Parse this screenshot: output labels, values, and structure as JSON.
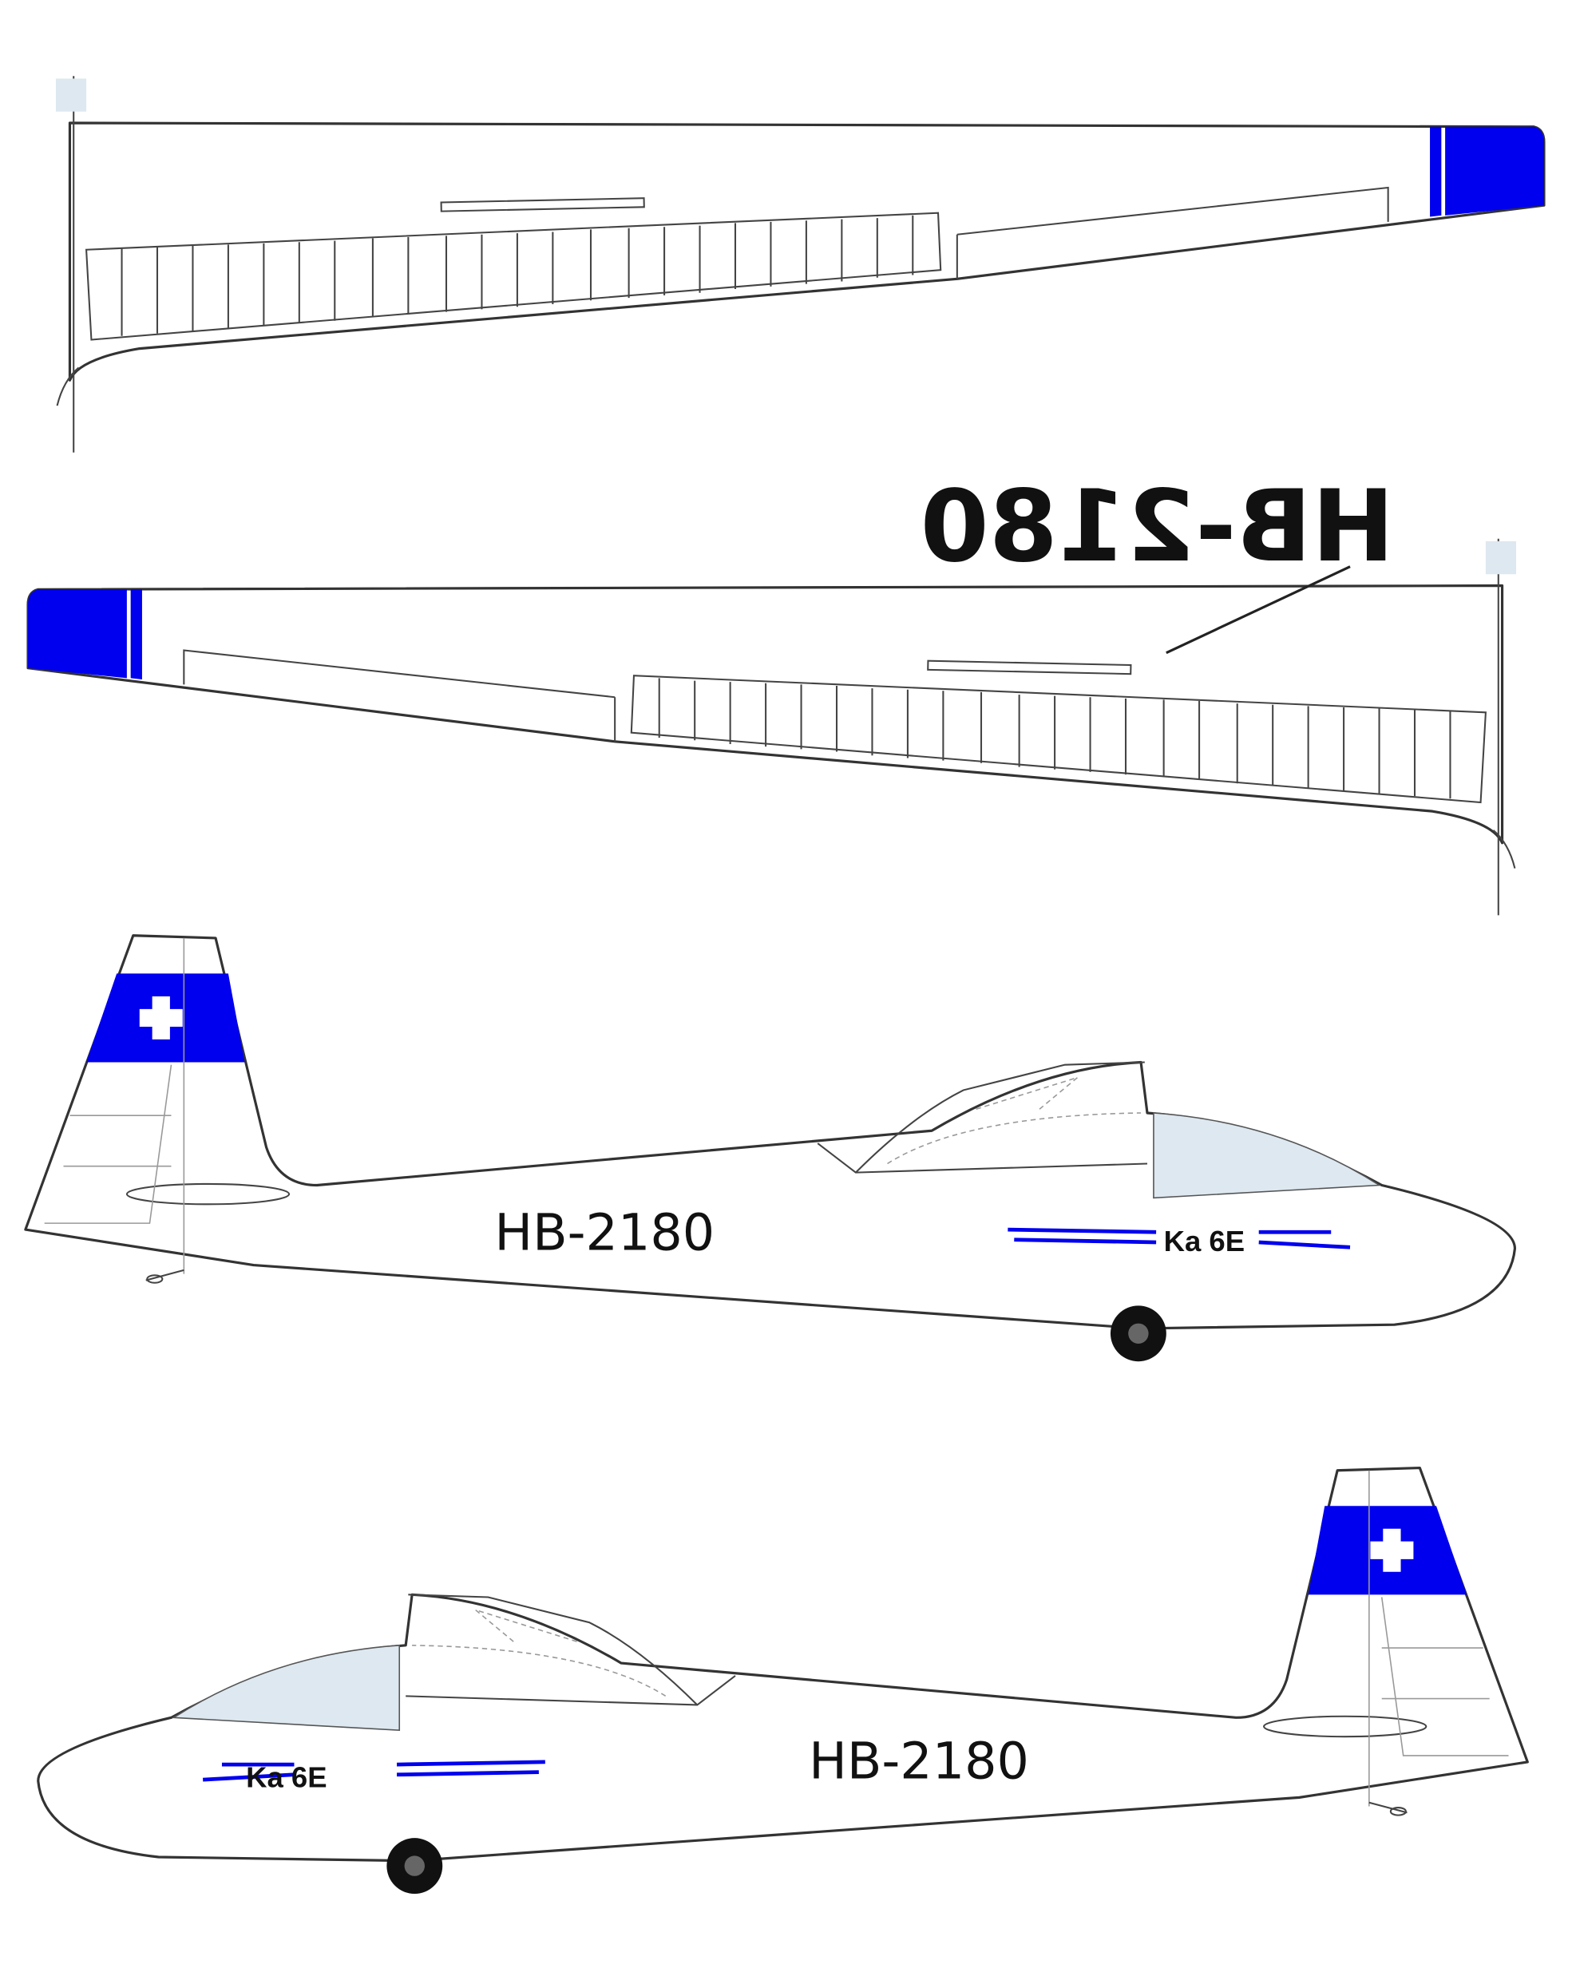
{
  "registration": "HB-2180",
  "wing_registration": "HB-2180",
  "type_label": "Ka 6E",
  "views": [
    "wing-top",
    "wing-bottom",
    "side-right",
    "side-left"
  ],
  "colors": {
    "accent": "#0000ee",
    "canopy": "#dde8f0",
    "outline": "#333333"
  }
}
